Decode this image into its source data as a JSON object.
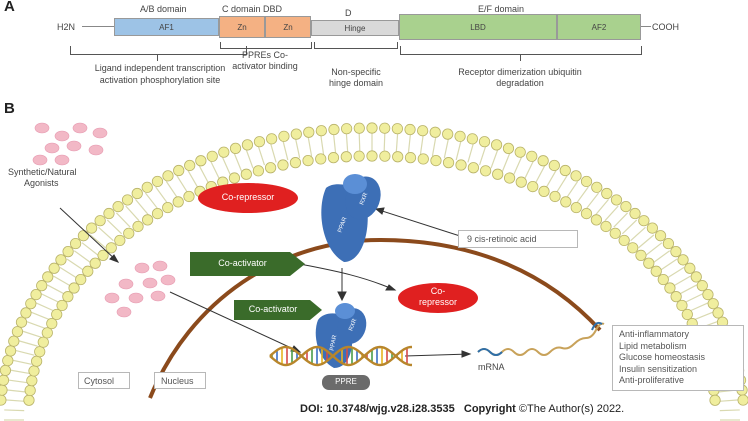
{
  "panel_a": {
    "label": "A",
    "nh2": "H2N",
    "cooh": "COOH",
    "domains": {
      "ab": "A/B domain",
      "c_dbd": "C domain DBD",
      "d": "D",
      "ef": "E/F domain"
    },
    "segments": {
      "af1": "AF1",
      "zn1": "Zn",
      "zn2": "Zn",
      "hinge": "Hinge",
      "lbd": "LBD",
      "af2": "AF2"
    },
    "descriptions": {
      "ab_line1": "Ligand independent transcription",
      "ab_line2": "activation phosphorylation site",
      "c_line1": "PPREs Co-",
      "c_line2": "activator binding",
      "d_line1": "Non-specific",
      "d_line2": "hinge domain",
      "ef_line1": "Receptor dimerization ubiquitin",
      "ef_line2": "degradation"
    }
  },
  "panel_b": {
    "label": "B",
    "agonists_line1": "Synthetic/Natural",
    "agonists_line2": "Agonists",
    "corepressor_1": "Co-repressor",
    "corepressor_2_line1": "Co-",
    "corepressor_2_line2": "repressor",
    "coactivator_1": "Co-activator",
    "coactivator_2": "Co-activator",
    "ppar_label": "PPAR",
    "rxr_label": "RXR",
    "retinoic_acid": "9 cis-retinoic acid",
    "ppre": "PPRE",
    "mrna": "mRNA",
    "cytosol": "Cytosol",
    "nucleus": "Nucleus",
    "effects": [
      "Anti-inflammatory",
      "Lipid metabolism",
      "Glucose homeostasis",
      "Insulin sensitization",
      "Anti-proliferative"
    ]
  },
  "footer": {
    "doi": "DOI: 10.3748/wjg.v28.i28.3535",
    "copyright_label": "Copyright",
    "copyright_text": "©The Author(s) 2022."
  },
  "colors": {
    "af1": "#9dc3e6",
    "zn": "#f4b183",
    "hinge": "#d9d9d9",
    "lbd": "#a9d18e",
    "corepressor": "#e02020",
    "coactivator": "#3a6b2a",
    "receptor": "#3d6fb6",
    "nucleus_line": "#8b4a1c",
    "membrane": "#f0ee9e",
    "agonist": "#f2b8c6"
  }
}
